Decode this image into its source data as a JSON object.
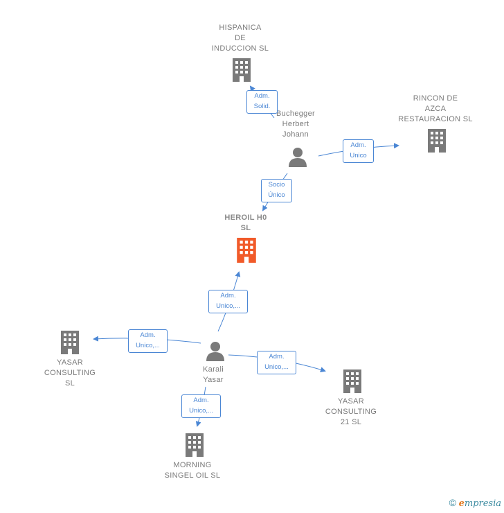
{
  "colors": {
    "company": "#7a7a7a",
    "center_company": "#f15a29",
    "person": "#7a7a7a",
    "edge": "#4a86d4"
  },
  "nodes": {
    "hispanica": {
      "label": "HISPANICA\nDE\nINDUCCION SL",
      "icon": "building-icon"
    },
    "rincon": {
      "label": "RINCON DE\nAZCA\nRESTAURACION SL",
      "icon": "building-icon"
    },
    "buchegger": {
      "label": "Buchegger\nHerbert\nJohann",
      "icon": "person-icon"
    },
    "heroil": {
      "label": "HEROIL H0\nSL",
      "icon": "building-icon"
    },
    "karali": {
      "label": "Karali\nYasar",
      "icon": "person-icon"
    },
    "yasar_consulting": {
      "label": "YASAR\nCONSULTING\nSL",
      "icon": "building-icon"
    },
    "yasar_consulting_21": {
      "label": "YASAR\nCONSULTING\n21  SL",
      "icon": "building-icon"
    },
    "morning": {
      "label": "MORNING\nSINGEL OIL  SL",
      "icon": "building-icon"
    }
  },
  "relations": {
    "buchegger_hispanica": "Adm.\nSolid.",
    "buchegger_rincon": "Adm.\nUnico",
    "buchegger_heroil": "Socio\nÚnico",
    "karali_heroil": "Adm.\nUnico,...",
    "karali_yasar_consulting": "Adm.\nUnico,...",
    "karali_yasar_consulting_21": "Adm.\nUnico,...",
    "karali_morning": "Adm.\nUnico,..."
  },
  "footer": {
    "copyright": "©",
    "brand_initial": "e",
    "brand_rest": "mpresia"
  }
}
